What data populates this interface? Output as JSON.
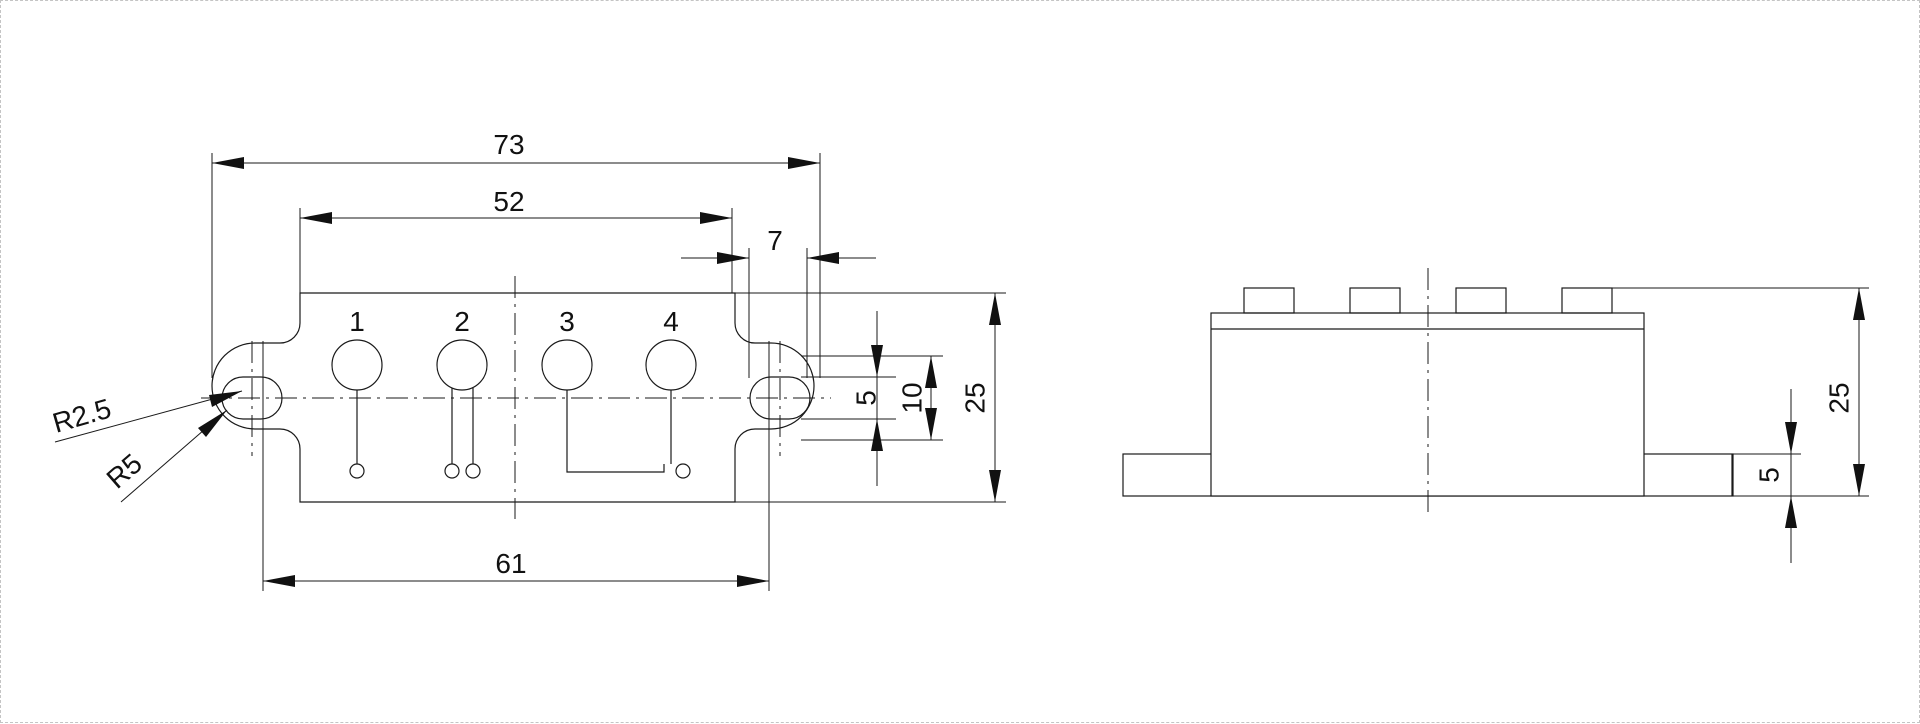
{
  "top_view": {
    "pin_labels": [
      "1",
      "2",
      "3",
      "4"
    ],
    "dimensions": {
      "overall_length": "73",
      "body_length": "52",
      "hole_spacing": "61",
      "flange_width": "7",
      "slot_length": "5",
      "slot_outer": "10",
      "body_height": "25",
      "inner_radius": "R2.5",
      "outer_radius": "R5"
    }
  },
  "side_view": {
    "dimensions": {
      "overall_height": "25",
      "flange_thickness": "5"
    }
  }
}
